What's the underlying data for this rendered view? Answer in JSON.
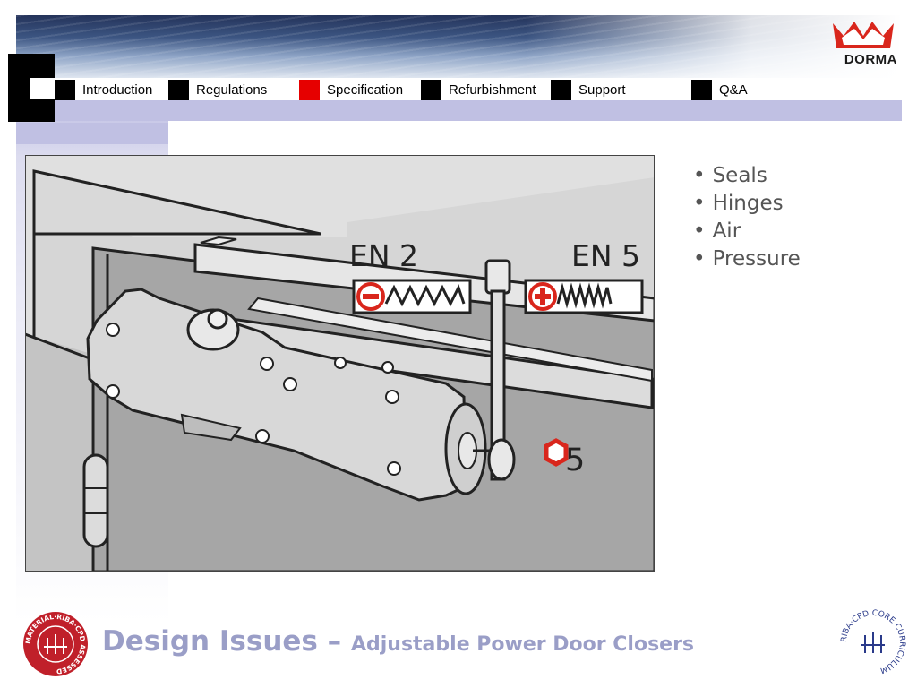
{
  "brand": {
    "name": "DORMA",
    "color": "#d9261c"
  },
  "nav": {
    "items": [
      {
        "label": "Introduction",
        "active": false
      },
      {
        "label": "Regulations",
        "active": false
      },
      {
        "label": "Specification",
        "active": true
      },
      {
        "label": "Refurbishment",
        "active": false
      },
      {
        "label": "Support",
        "active": false
      },
      {
        "label": "Q&A",
        "active": false
      }
    ],
    "active_color": "#e60000"
  },
  "figure": {
    "label_en2": "EN 2",
    "label_en5": "EN 5",
    "hex_number": "5",
    "minus_icon": "minus-circle-icon",
    "plus_icon": "plus-circle-icon",
    "hex_icon": "hexagon-icon"
  },
  "bullets": [
    "Seals",
    "Hinges",
    "Air",
    "Pressure"
  ],
  "footer": {
    "title_main": "Design Issues – ",
    "title_sub": "Adjustable Power Door Closers",
    "title_color": "#9a9ec7"
  },
  "seals": {
    "left_text": "MATERIAL·RIBA·CPD ASSESSED",
    "right_text": "RIBA·CPD CORE CURRICULUM"
  }
}
